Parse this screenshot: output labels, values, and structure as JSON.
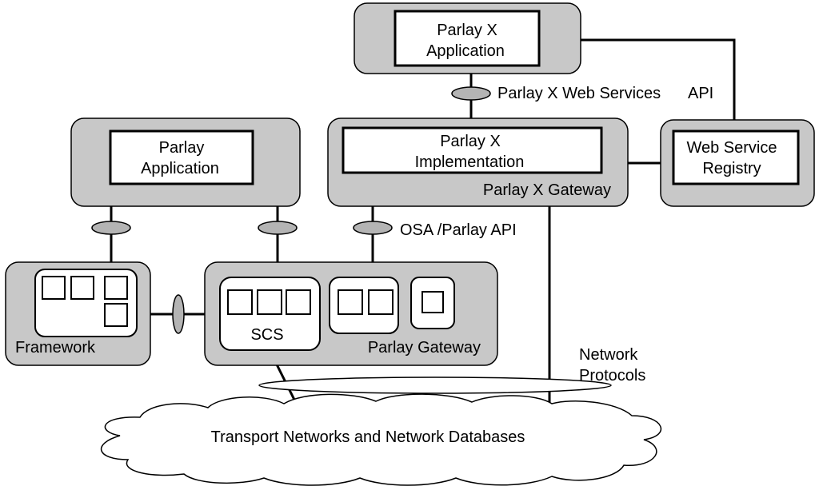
{
  "nodes": {
    "parlay_x_application": [
      "Parlay X",
      "Application"
    ],
    "parlay_x_implementation": [
      "Parlay X",
      "Implementation"
    ],
    "parlay_x_gateway": "Parlay X Gateway",
    "web_service_registry": [
      "Web Service",
      "Registry"
    ],
    "parlay_application": [
      "Parlay",
      "Application"
    ],
    "framework": "Framework",
    "scs": "SCS",
    "parlay_gateway": "Parlay Gateway",
    "transport": "Transport Networks and Network Databases"
  },
  "labels": {
    "parlay_x_web_services_api": "Parlay X Web Services",
    "api": "API",
    "osa_parlay_api": "OSA /Parlay  API",
    "network_protocols": [
      "Network",
      "Protocols"
    ]
  }
}
